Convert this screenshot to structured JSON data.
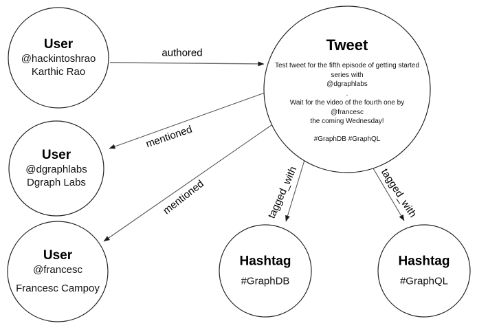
{
  "nodes": {
    "user_hackintoshrao": {
      "title": "User",
      "handle": "@hackintoshrao",
      "name": "Karthic Rao"
    },
    "user_dgraphlabs": {
      "title": "User",
      "handle": "@dgraphlabs",
      "name": "Dgraph Labs"
    },
    "user_francesc": {
      "title": "User",
      "handle": "@francesc",
      "name": "Francesc Campoy"
    },
    "tweet": {
      "title": "Tweet",
      "lines": [
        "Test tweet for the fifth episode of getting started",
        "series with",
        "@dgraphlabs",
        ".",
        "Wait for the video of the fourth one by",
        "@francesc",
        "the coming Wednesday!",
        "#GraphDB #GraphQL"
      ]
    },
    "hashtag_graphdb": {
      "title": "Hashtag",
      "tag": "#GraphDB"
    },
    "hashtag_graphql": {
      "title": "Hashtag",
      "tag": "#GraphQL"
    }
  },
  "edges": {
    "authored": {
      "label": "authored"
    },
    "mentioned_dgraphlabs": {
      "label": "mentioned"
    },
    "mentioned_francesc": {
      "label": "mentioned"
    },
    "tagged_with_graphdb": {
      "label": "tagged_with"
    },
    "tagged_with_graphql": {
      "label": "tagged_with"
    }
  },
  "colors": {
    "background": "#ffffff",
    "node_fill": "#ffffff",
    "node_stroke": "#222222",
    "edge_stroke": "#555555",
    "arrowhead": "#1a1a1a",
    "text": "#000000"
  }
}
